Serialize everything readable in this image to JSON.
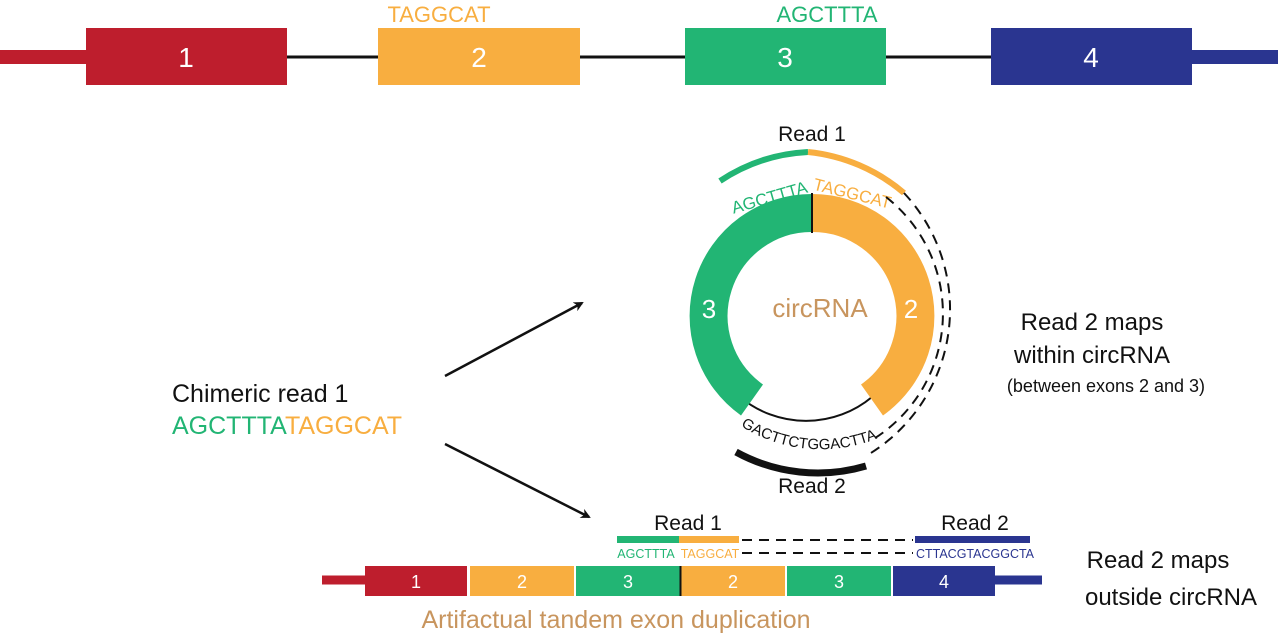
{
  "colors": {
    "red": "#be1e2d",
    "orange": "#f8ae40",
    "green": "#22b574",
    "blue": "#2a3590",
    "black": "#111111",
    "tan": "#c8955e"
  },
  "gene": {
    "exons": [
      "1",
      "2",
      "3",
      "4"
    ],
    "seq_exon2": "TAGGCAT",
    "seq_exon3": "AGCTTTA"
  },
  "circ": {
    "read1_label": "Read 1",
    "read1_seq_green": "AGCTTTA",
    "read1_seq_orange": "TAGGCAT",
    "center_label": "circRNA",
    "exon3_label": "3",
    "exon2_label": "2",
    "read2_seq": "GACTTCTGGACTTA",
    "read2_label": "Read 2",
    "maps_line1": "Read 2 maps",
    "maps_line2": "within circRNA",
    "maps_line3": "(between exons 2 and 3)"
  },
  "chimeric": {
    "title": "Chimeric read 1",
    "seq_green": "AGCTTTA",
    "seq_orange": "TAGGCAT"
  },
  "tandem": {
    "read1_label": "Read 1",
    "read2_label": "Read 2",
    "seq_green": "AGCTTTA",
    "seq_orange": "TAGGCAT",
    "seq_blue": "CTTACGTACGGCTA",
    "exons": [
      "1",
      "2",
      "3",
      "2",
      "3",
      "4"
    ],
    "caption": "Artifactual tandem exon duplication",
    "maps_line1": "Read 2 maps",
    "maps_line2": "outside circRNA"
  }
}
